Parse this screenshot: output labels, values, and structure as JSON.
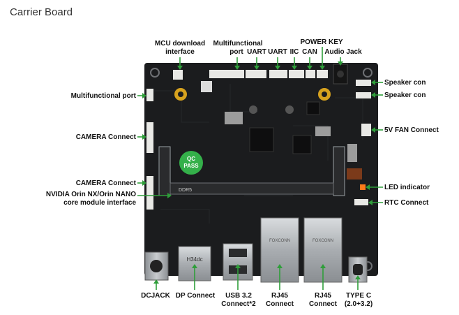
{
  "title": "Carrier Board",
  "board": {
    "colors": {
      "pcb": "#1b1c1e",
      "lead": "#2f9e3a",
      "port_metal": "#a9adb1",
      "header_white": "#e9e9e6",
      "brass": "#d7a21e",
      "qc_sticker": "#34b04a"
    },
    "qc_sticker_text": [
      "QC",
      "PASS"
    ],
    "silkscreen": [
      "H34dc",
      "DDR5",
      "FOXCONN"
    ]
  },
  "labels": {
    "mcu_download": [
      "MCU download",
      "interface"
    ],
    "multifunctional_top": [
      "Multifunctional",
      "port"
    ],
    "uart1": "UART",
    "uart2": "UART",
    "iic": "IIC",
    "power_key": "POWER KEY",
    "can": "CAN",
    "audio_jack": "Audio Jack",
    "speaker_con_1": "Speaker con",
    "speaker_con_2": "Speaker con",
    "fan_connect": "5V FAN Connect",
    "led_indicator": "LED indicator",
    "rtc_connect": "RTC Connect",
    "multifunctional_left": "Multifunctional port",
    "camera_connect_1": "CAMERA Connect",
    "camera_connect_2": "CAMERA Connect",
    "core_module": [
      "NVIDIA Orin NX/Orin NANO",
      "core module interface"
    ],
    "dcjack": "DCJACK",
    "dp_connect": "DP Connect",
    "usb": [
      "USB 3.2",
      "Connect*2"
    ],
    "rj45_1": [
      "RJ45",
      "Connect"
    ],
    "rj45_2": [
      "RJ45",
      "Connect"
    ],
    "typec": [
      "TYPE C",
      "(2.0+3.2)"
    ]
  }
}
